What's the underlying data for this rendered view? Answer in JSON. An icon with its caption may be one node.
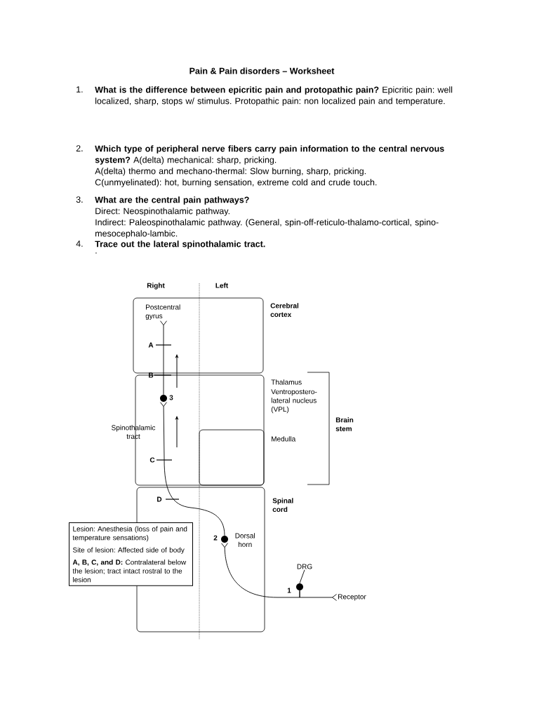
{
  "diagram": {
    "title": "Pain & Pain disorders – Worksheet",
    "nodes": [
      {
        "text": [
          "Cerebral cortex"
        ]
      },
      {
        "text": [
          "Thalamus",
          "Ventropostero-lateral nucleus (VPL)"
        ]
      },
      {
        "text": [
          "Medulla"
        ],
        "in": 1
      },
      {
        "text": [
          "Spinal cord"
        ]
      },
      {
        "text": [
          "Lesion: Anesthesia (loss of pain and temperature sensations)",
          "Site of lesion: Affected side of body",
          "**A, B, C, and D:** Contralateral below the lesion; tract intact rostral to the lesion"
        ]
      },
      {
        "text": [
          "Receptor"
        ]
      },
      {
        "text": [],
        "shape": "circle",
        "beside": [
          "1"
        ]
      },
      {
        "text": [
          "DRG"
        ]
      },
      {
        "text": [],
        "shape": "circle",
        "beside": [
          "2",
          "Dorsal horn"
        ],
        "in": 3
      },
      {
        "text": [],
        "shape": "circle",
        "beside": [
          "3"
        ],
        "in": 1
      },
      {
        "text": [
          "Postcentral gyrus"
        ],
        "in": 0
      }
    ],
    "edges": [
      {
        "from": 6,
        "to": 5,
        "arrow": "other"
      },
      {
        "from": 6,
        "to": 8,
        "arrow": "other"
      },
      {
        "from": 8,
        "to": 9,
        "arrow": "other"
      },
      {
        "from": 9,
        "to": 10,
        "arrow": "other"
      },
      {
        "from": 7,
        "to": 6,
        "arrow": "none"
      }
    ],
    "labels": [
      "1.",
      "**What is the difference between epicritic pain and protopathic pain?** Epicritic pain: well localized, sharp, stops w/ stimulus. Protopathic pain: non localized pain and temperature.",
      "2.",
      "**Which type of peripheral nerve fibers carry pain information to the central nervous system?** A(delta) mechanical: sharp, pricking.",
      "A(delta) thermo and mechano-thermal: Slow burning, sharp, pricking.",
      "C(unmyelinated): hot, burning sensation, extreme cold and crude touch.",
      "3.",
      "What are the central pain pathways?",
      "Direct: Neospinothalamic pathway.",
      "Indirect: Paleospinothalamic pathway. (General, spin-off-reticulo-thalamo-cortical, spino-mesocephalo-lambic.",
      "4.",
      "Trace out the lateral spinothalamic tract.",
      ".",
      "Right",
      "Left",
      "Spinothalamic tract",
      "A",
      "B",
      "C",
      "D",
      "Brain stem"
    ]
  }
}
